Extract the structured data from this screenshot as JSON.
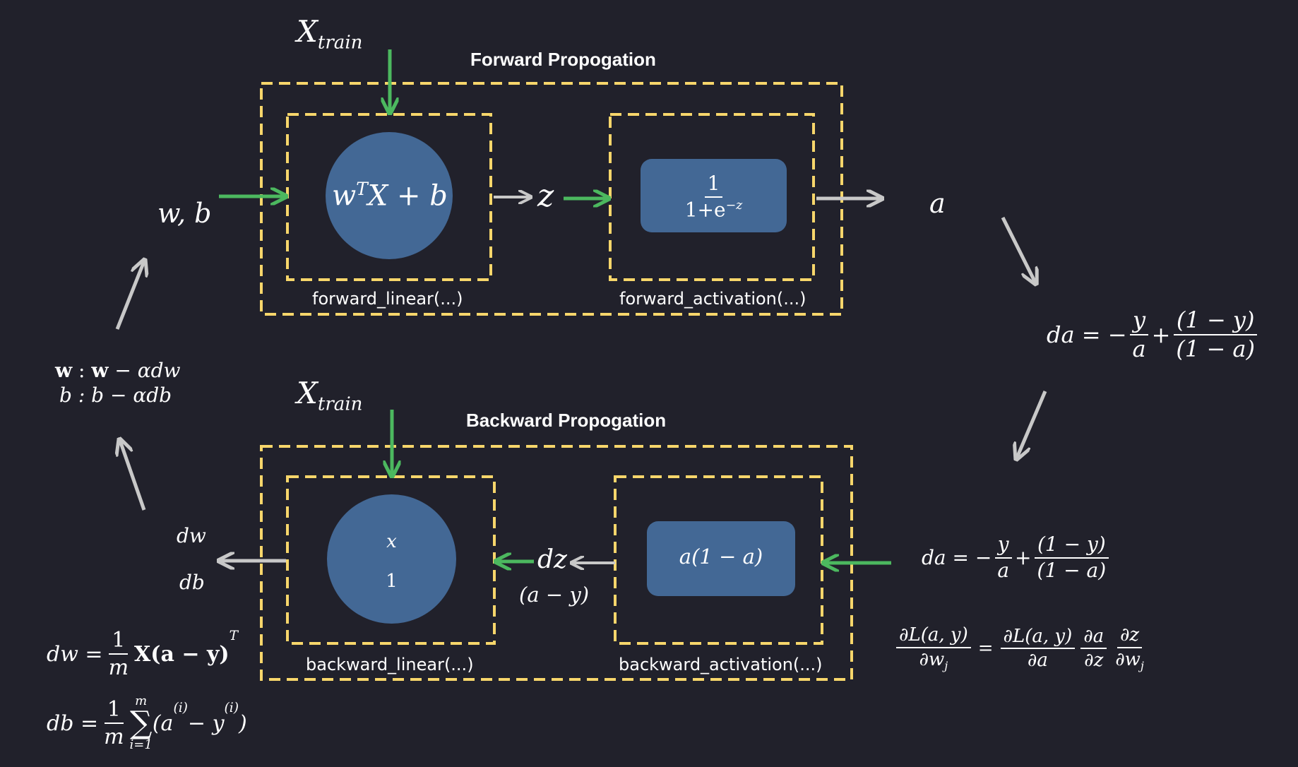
{
  "forward": {
    "title": "Forward Propogation",
    "xtrain_base": "X",
    "xtrain_sub": "train",
    "linear_eq": "w",
    "linear_eq_sup": "T",
    "linear_eq_rest": "X + b",
    "z_label": "z",
    "sigmoid_num": "1",
    "sigmoid_den": "1+e",
    "sigmoid_den_sup": "−z",
    "a_label": "a",
    "wb_label": "w, b",
    "linear_fn": "forward_linear(...)",
    "activation_fn": "forward_activation(...)"
  },
  "backward": {
    "title": "Backward Propogation",
    "xtrain_base": "X",
    "xtrain_sub": "train",
    "circle_top": "x",
    "circle_bottom": "1",
    "dz_label": "dz",
    "dz_value": "(a − y)",
    "activation_deriv": "a(1 − a)",
    "dw_label": "dw",
    "db_label": "db",
    "linear_fn": "backward_linear(...)",
    "activation_fn": "backward_activation(...)"
  },
  "update_rule": {
    "w_line_bold": "w",
    "w_line_sep": " : ",
    "w_line_bold2": "w",
    "w_line_rest": " − αdw",
    "b_line": "b : b − αdb"
  },
  "da_formula_right": {
    "lhs": "da = −",
    "frac1_num": "y",
    "frac1_den": "a",
    "plus": "+",
    "frac2_num": "(1 − y)",
    "frac2_den": "(1 − a)"
  },
  "da_formula_lower": {
    "lhs": "da = −",
    "frac1_num": "y",
    "frac1_den": "a",
    "plus": "+",
    "frac2_num": "(1 − y)",
    "frac2_den": "(1 − a)"
  },
  "chain_rule": {
    "lhs_num": "∂L(a, y)",
    "lhs_den": "∂w",
    "lhs_den_sub": "j",
    "eq": "=",
    "r1_num": "∂L(a, y)",
    "r1_den": "∂a",
    "r2_num": "∂a",
    "r2_den": "∂z",
    "r3_num": "∂z",
    "r3_den": "∂w",
    "r3_den_sub": "j"
  },
  "dw_formula": {
    "lhs": "dw =",
    "frac_num": "1",
    "frac_den": "m",
    "body_bold": "X(a − y)",
    "sup": "T"
  },
  "db_formula": {
    "lhs": "db =",
    "frac_num": "1",
    "frac_den": "m",
    "sum_top": "m",
    "sum_sym": "∑",
    "sum_bottom": "i=1",
    "body_a": "(a",
    "sup_a": "(i)",
    "minus": " − y",
    "sup_y": "(i)",
    "close": ")"
  },
  "colors": {
    "background": "#21212b",
    "dashed_box": "#f7d66b",
    "node_fill": "#436895",
    "green_arrow": "#4cb85f",
    "gray_arrow": "#c8c8c8"
  }
}
